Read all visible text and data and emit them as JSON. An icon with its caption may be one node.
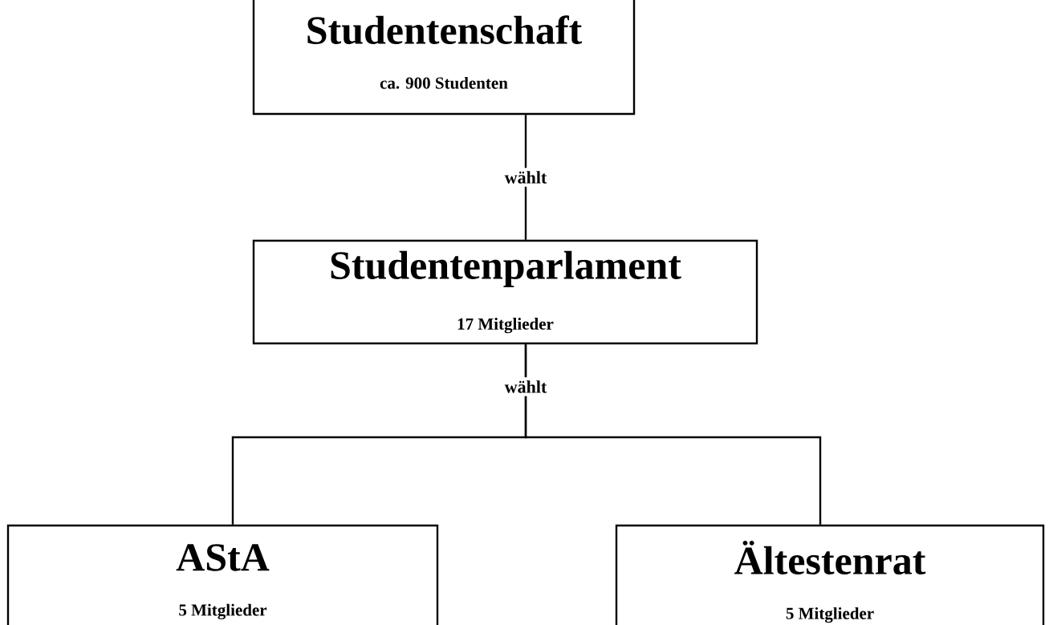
{
  "diagram": {
    "nodes": [
      {
        "text": [
          "Studentenschaft",
          "ca. 900 Studenten"
        ]
      },
      {
        "text": [
          "Studentenparlament",
          "17 Mitglieder"
        ]
      },
      {
        "text": [
          "AStA",
          "5 Mitglieder"
        ]
      },
      {
        "text": [
          "Ältestenrat",
          "5 Mitglieder"
        ]
      }
    ],
    "edges": [
      {
        "from": 0,
        "to": 1,
        "arrow": "none",
        "label": "wählt"
      },
      {
        "from": 1,
        "to": 2,
        "arrow": "none",
        "label": "wählt"
      },
      {
        "from": 1,
        "to": 3,
        "arrow": "none"
      }
    ]
  }
}
